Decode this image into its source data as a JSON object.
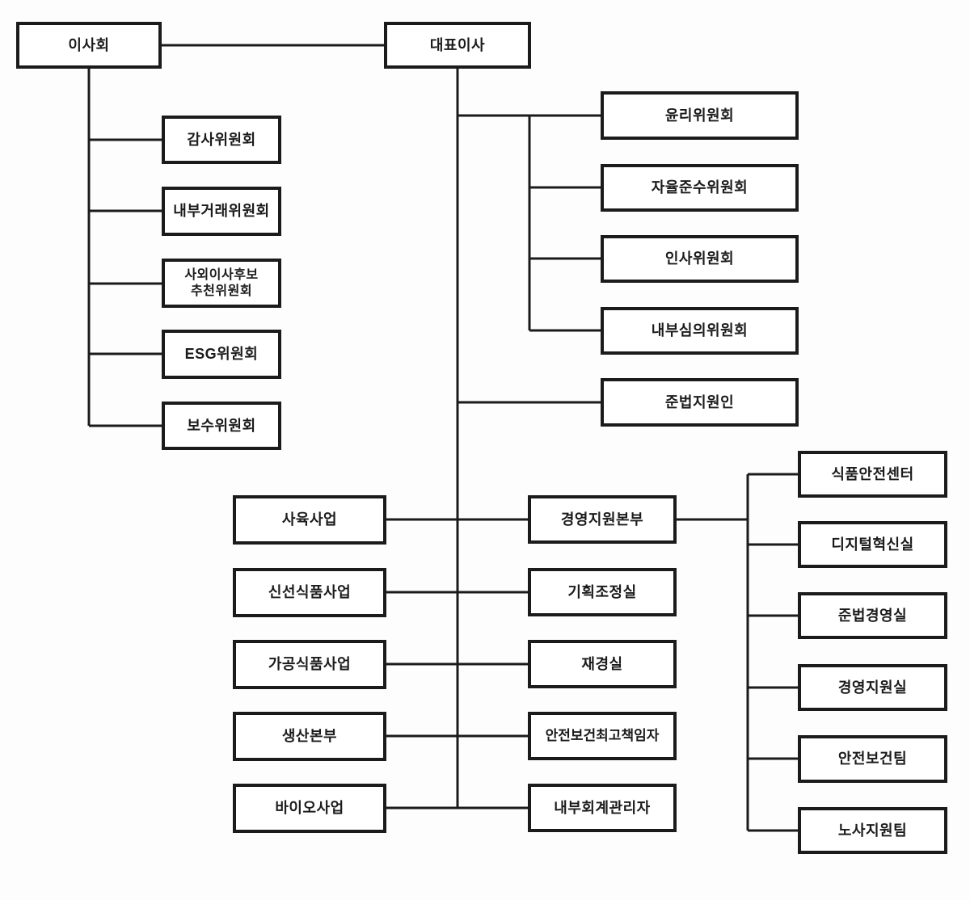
{
  "nodes": {
    "board": "이사회",
    "ceo": "대표이사",
    "audit": "감사위원회",
    "internal_trade": "내부거래위원회",
    "outside_director_l1": "사외이사후보",
    "outside_director_l2": "추천위원회",
    "esg": "ESG위원회",
    "remuneration": "보수위원회",
    "ethics": "윤리위원회",
    "voluntary_compliance": "자율준수위원회",
    "hr": "인사위원회",
    "internal_review": "내부심의위원회",
    "compliance_officer": "준법지원인",
    "breeding": "사육사업",
    "fresh_food": "신선식품사업",
    "processed_food": "가공식품사업",
    "production_hq": "생산본부",
    "bio": "바이오사업",
    "mgmt_support_hq": "경영지원본부",
    "planning": "기획조정실",
    "finance": "재경실",
    "safety_officer": "안전보건최고책임자",
    "internal_accounting": "내부회계관리자",
    "food_safety_center": "식품안전센터",
    "digital_innovation": "디지털혁신실",
    "compliance_mgmt": "준법경영실",
    "mgmt_support_office": "경영지원실",
    "safety_health_team": "안전보건팀",
    "labor_support_team": "노사지원팀"
  },
  "edges": [
    {
      "from": "이사회",
      "to": [
        "대표이사",
        "감사위원회",
        "내부거래위원회",
        "사외이사후보 추천위원회",
        "ESG위원회",
        "보수위원회"
      ]
    },
    {
      "from": "대표이사",
      "to": [
        "윤리위원회",
        "자율준수위원회",
        "인사위원회",
        "내부심의위원회",
        "준법지원인",
        "사육사업",
        "신선식품사업",
        "가공식품사업",
        "생산본부",
        "바이오사업",
        "경영지원본부",
        "기획조정실",
        "재경실",
        "안전보건최고책임자",
        "내부회계관리자"
      ]
    },
    {
      "from": "경영지원본부",
      "to": [
        "식품안전센터",
        "디지털혁신실",
        "준법경영실",
        "경영지원실",
        "안전보건팀",
        "노사지원팀"
      ]
    }
  ],
  "colors": {
    "background": "#fdfdfd",
    "box_fill": "#ffffff",
    "box_border": "#1b1b1b",
    "line": "#1b1b1b",
    "text": "#1b1b1b"
  }
}
